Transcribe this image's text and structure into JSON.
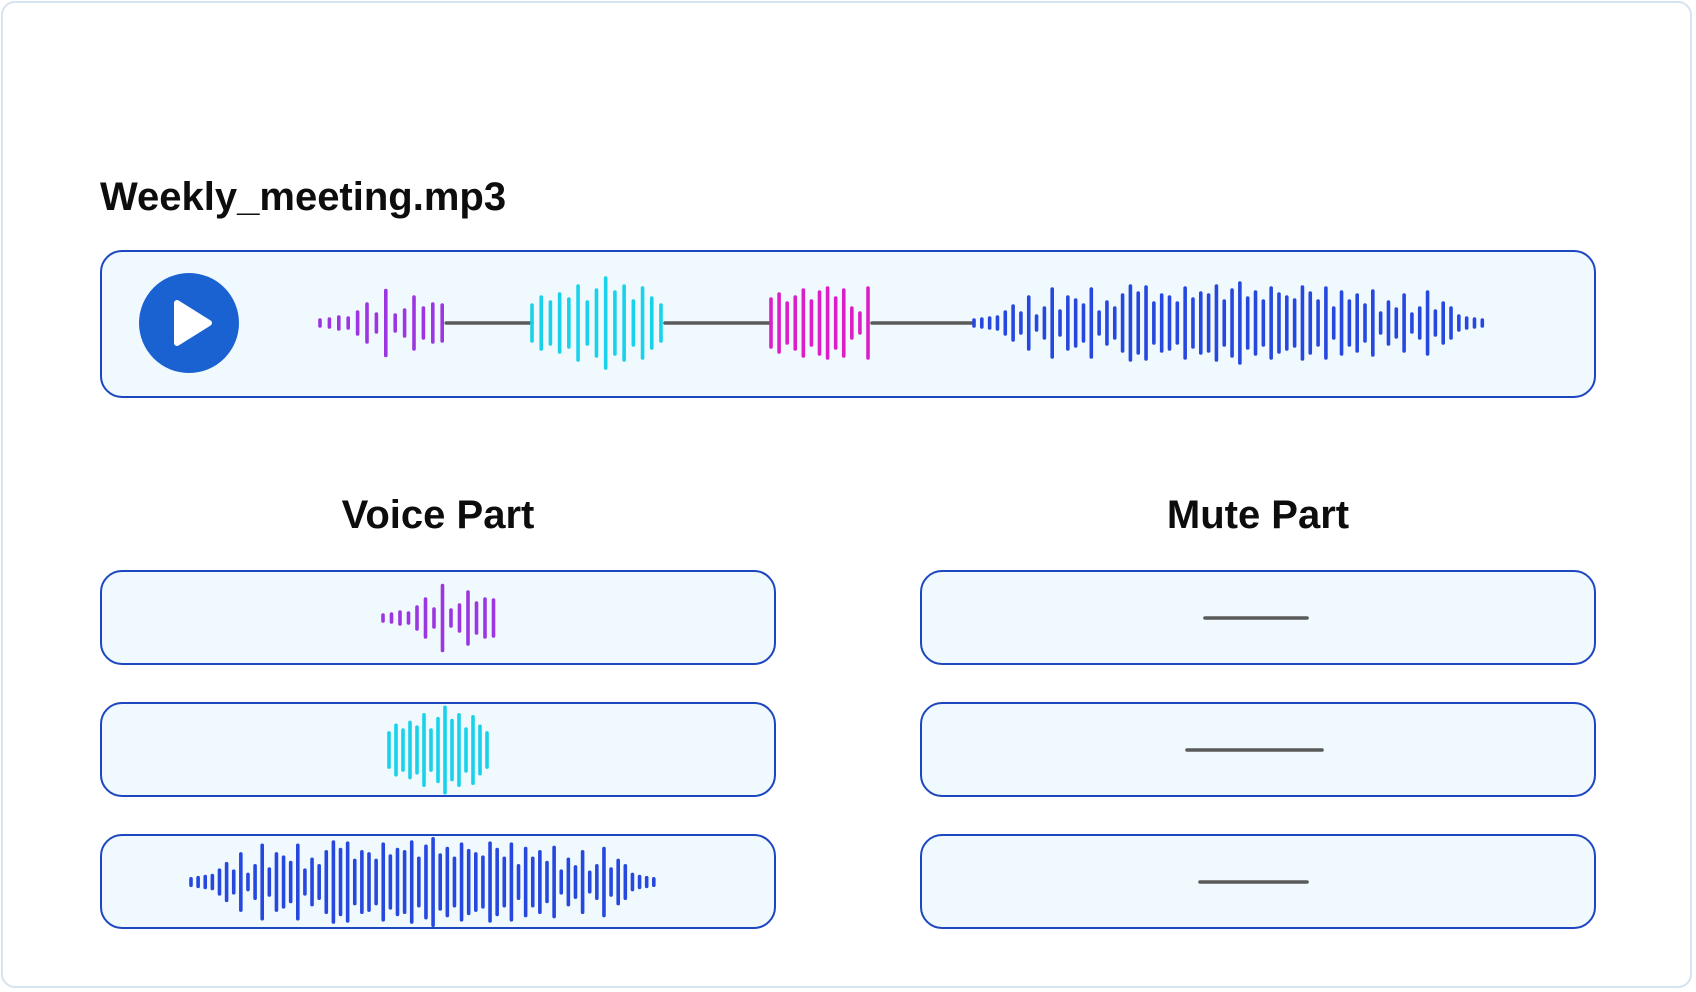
{
  "file": {
    "name": "Weekly_meeting.mp3"
  },
  "player": {
    "play_icon": "play-icon",
    "accent_color": "#1a62d2"
  },
  "columns": {
    "voice": {
      "heading": "Voice Part"
    },
    "mute": {
      "heading": "Mute Part"
    }
  },
  "segments": [
    {
      "kind": "voice",
      "color": "#9b36e0"
    },
    {
      "kind": "silence",
      "color": "#5a5a5a"
    },
    {
      "kind": "voice",
      "color": "#18d2ea"
    },
    {
      "kind": "silence",
      "color": "#5a5a5a"
    },
    {
      "kind": "voice",
      "color": "#dc1ec8"
    },
    {
      "kind": "silence",
      "color": "#5a5a5a"
    },
    {
      "kind": "voice",
      "color": "#2648de"
    }
  ],
  "voice_parts": [
    {
      "color": "#9b36e0"
    },
    {
      "color": "#18d2ea"
    },
    {
      "color": "#2648de"
    }
  ],
  "mute_parts": [
    {
      "color": "#5a5a5a"
    },
    {
      "color": "#5a5a5a"
    },
    {
      "color": "#5a5a5a"
    }
  ],
  "colors": {
    "panel_bg": "#f0f9fd",
    "panel_border": "#1d46c1"
  }
}
